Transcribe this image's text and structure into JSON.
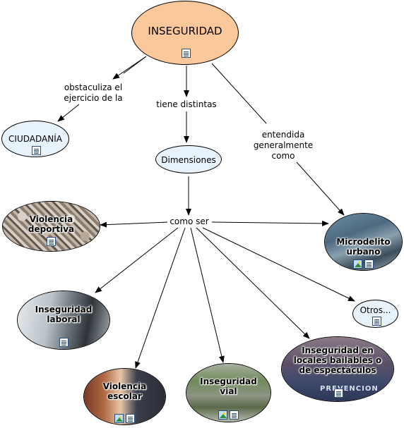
{
  "nodes": {
    "root": {
      "label": "INSEGURIDAD"
    },
    "ciudadania": {
      "label": "CIUDADANÍA"
    },
    "dimensiones": {
      "label": "Dimensiones"
    },
    "violencia_deportiva": {
      "label": "Violencia deportiva"
    },
    "microdelito_urbano": {
      "label": "Microdelito urbano"
    },
    "inseguridad_laboral": {
      "label": "Inseguridad laboral"
    },
    "otros": {
      "label": "Otros..."
    },
    "violencia_escolar": {
      "label": "Violencia escolar"
    },
    "inseguridad_vial": {
      "label": "Inseguridad vial"
    },
    "locales_bailables": {
      "label": "Inseguridad en locales bailables o de espectáculos"
    }
  },
  "links": {
    "obstaculiza": "obstaculiza el ejercicio de la",
    "tiene_distintas": "tiene distintas",
    "entendida": "entendida generalmente como",
    "como_ser": "como ser"
  },
  "photo_text": {
    "prevencion": "PREVENCION"
  },
  "colors": {
    "root_fill": "#fbc89c",
    "bubble_fill": "#e8f2fa",
    "edge": "#000000",
    "icon_border": "#2a4d7a"
  },
  "icons": [
    "document-icon",
    "picture-icon"
  ]
}
